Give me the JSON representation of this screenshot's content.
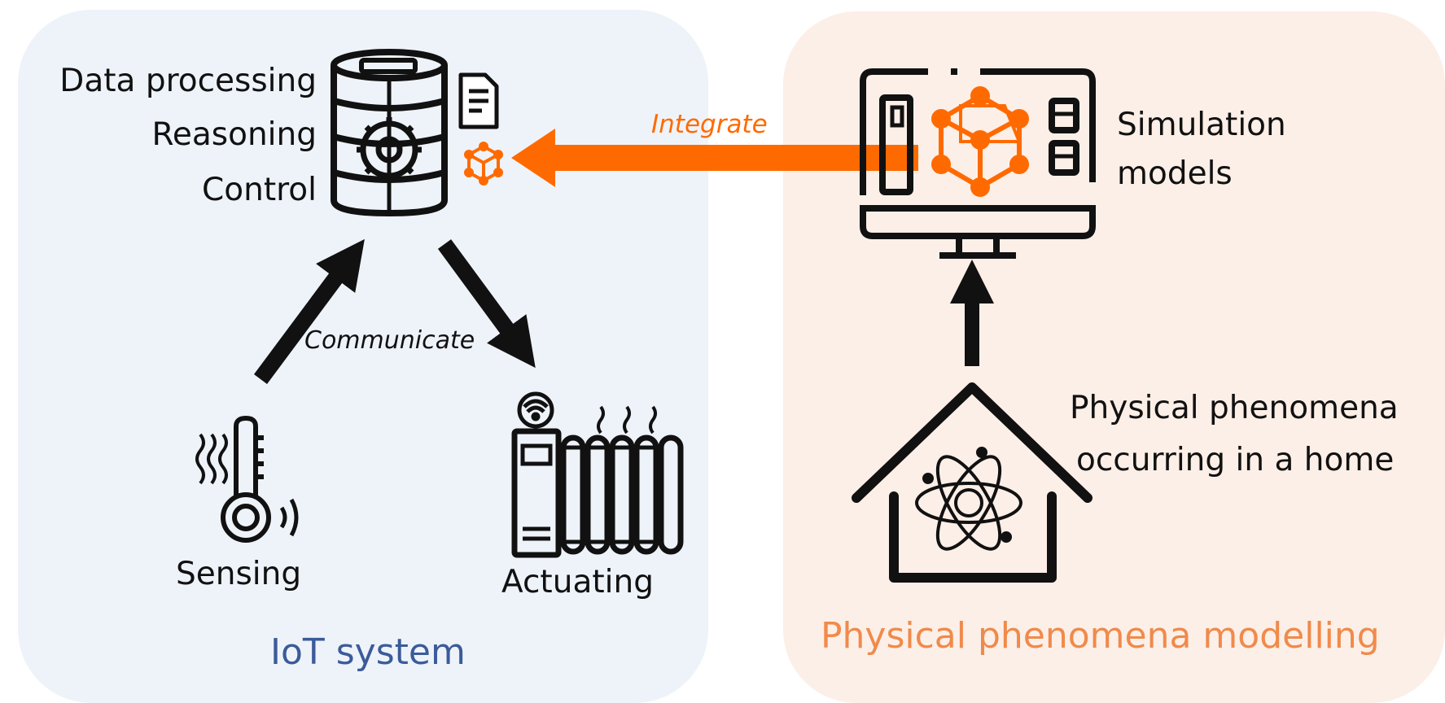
{
  "colors": {
    "iot_panel_bg": "#eef3fa",
    "model_panel_bg": "#fcefe7",
    "accent_orange": "#ff6a00",
    "iot_title_color": "#3b5b99",
    "model_title_color": "#f08a4b",
    "icon_black": "#111111"
  },
  "iot_system": {
    "title": "IoT system",
    "server_labels": [
      "Data processing",
      "Reasoning",
      "Control"
    ],
    "communicate_label": "Communicate",
    "sensing_label": "Sensing",
    "actuating_label": "Actuating",
    "icons": [
      "database-server-icon",
      "gear-icon",
      "document-icon",
      "cube-model-icon",
      "thermometer-icon",
      "radiator-icon",
      "wifi-icon"
    ]
  },
  "modelling": {
    "title": "Physical phenomena modelling",
    "simulation_label_line1": "Simulation",
    "simulation_label_line2": "models",
    "phenomena_label_line1": "Physical phenomena",
    "phenomena_label_line2": "occurring in a home",
    "icons": [
      "monitor-icon",
      "cube-model-icon",
      "house-icon",
      "atom-icon"
    ]
  },
  "integrate_label": "Integrate"
}
